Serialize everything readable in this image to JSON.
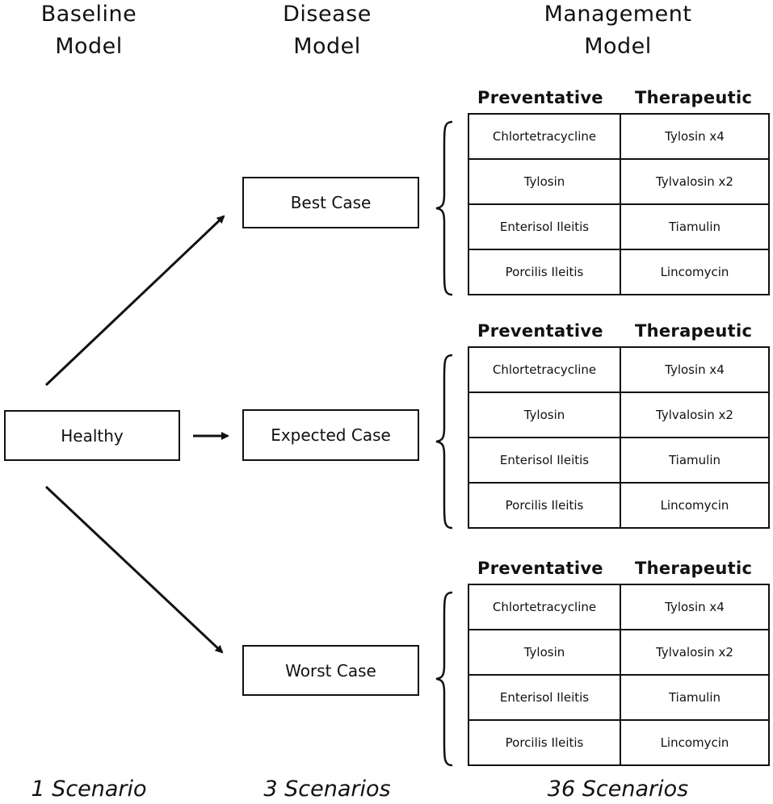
{
  "headers": {
    "baseline": [
      "Baseline",
      "Model"
    ],
    "disease": [
      "Disease",
      "Model"
    ],
    "management": [
      "Management",
      "Model"
    ]
  },
  "nodes": {
    "healthy": "Healthy",
    "best": "Best Case",
    "expected": "Expected Case",
    "worst": "Worst Case"
  },
  "management_tables": [
    {
      "preventative_header": "Preventative",
      "therapeutic_header": "Therapeutic",
      "rows": [
        [
          "Chlortetracycline",
          "Tylosin x4"
        ],
        [
          "Tylosin",
          "Tylvalosin x2"
        ],
        [
          "Enterisol Ileitis",
          "Tiamulin"
        ],
        [
          "Porcilis Ileitis",
          "Lincomycin"
        ]
      ]
    },
    {
      "preventative_header": "Preventative",
      "therapeutic_header": "Therapeutic",
      "rows": [
        [
          "Chlortetracycline",
          "Tylosin x4"
        ],
        [
          "Tylosin",
          "Tylvalosin x2"
        ],
        [
          "Enterisol Ileitis",
          "Tiamulin"
        ],
        [
          "Porcilis Ileitis",
          "Lincomycin"
        ]
      ]
    },
    {
      "preventative_header": "Preventative",
      "therapeutic_header": "Therapeutic",
      "rows": [
        [
          "Chlortetracycline",
          "Tylosin x4"
        ],
        [
          "Tylosin",
          "Tylvalosin x2"
        ],
        [
          "Enterisol Ileitis",
          "Tiamulin"
        ],
        [
          "Porcilis Ileitis",
          "Lincomycin"
        ]
      ]
    }
  ],
  "footers": {
    "baseline": "1 Scenario",
    "disease": "3 Scenarios",
    "management": "36 Scenarios"
  }
}
